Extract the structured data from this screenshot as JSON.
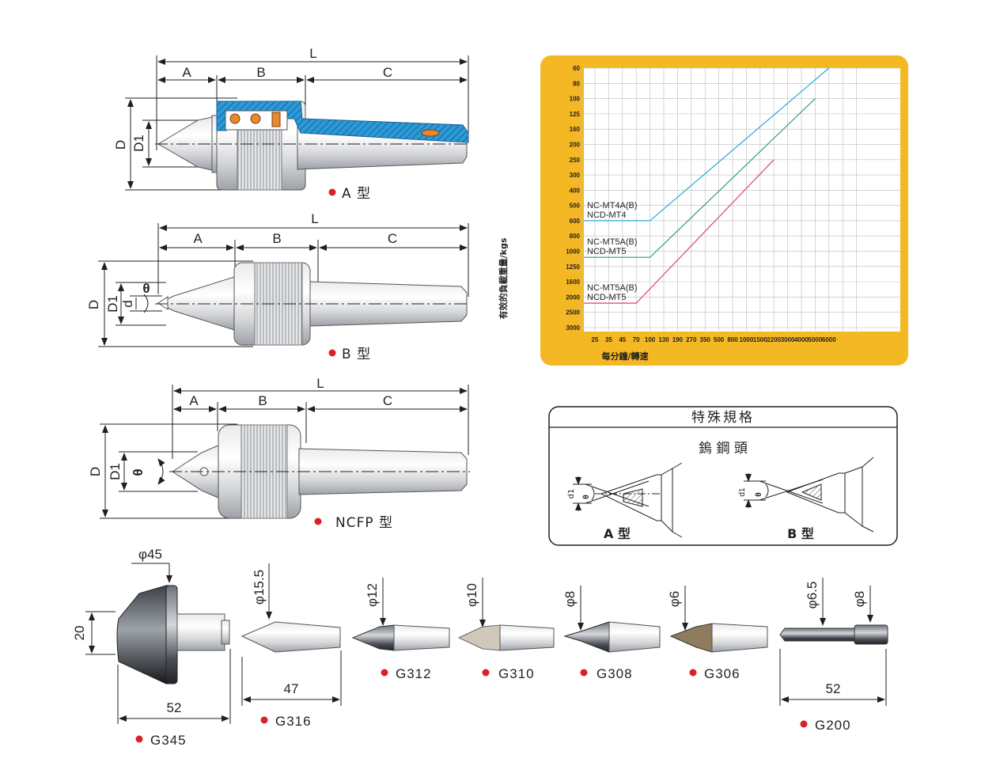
{
  "drawings": {
    "type_a": {
      "L": "L",
      "A": "A",
      "B": "B",
      "C": "C",
      "D": "D",
      "D1": "D1",
      "caption": "A 型"
    },
    "type_b": {
      "L": "L",
      "A": "A",
      "B": "B",
      "C": "C",
      "D": "D",
      "D1": "D1",
      "d": "d",
      "theta": "θ",
      "caption": "B 型"
    },
    "type_ncfp": {
      "L": "L",
      "A": "A",
      "B": "B",
      "C": "C",
      "D": "D",
      "D1": "D1",
      "theta": "θ",
      "caption": "NCFP 型"
    }
  },
  "special": {
    "title": "特殊規格",
    "subtitle": "鎢 鋼 頭",
    "a": {
      "caption": "A 型",
      "d1": "d1",
      "theta": "θ"
    },
    "b": {
      "caption": "B 型",
      "d1": "d1",
      "theta": "θ"
    }
  },
  "colors": {
    "frame": "#f4b824",
    "series1": "#29a9d6",
    "series2": "#2ea36a",
    "series3": "#e0407a",
    "section": "#2c9ad6",
    "bearing": "#e8892b",
    "bullet": "#d7222a"
  },
  "chart_data": {
    "type": "line",
    "xlabel": "每分鐘/轉速",
    "ylabel": "有效的負載重量/kgs",
    "x_ticks": [
      "25",
      "35",
      "45",
      "70",
      "100",
      "130",
      "190",
      "270",
      "350",
      "500",
      "800",
      "1000",
      "1500",
      "2200",
      "3000",
      "4000",
      "5000",
      "6000"
    ],
    "y_ticks": [
      "60",
      "80",
      "100",
      "125",
      "160",
      "200",
      "250",
      "300",
      "400",
      "500",
      "600",
      "800",
      "1000",
      "1250",
      "1600",
      "2000",
      "2500",
      "3000"
    ],
    "y_inverted": true,
    "grid": true,
    "series": [
      {
        "name": "NC-MT4A(B) / NCD-MT4",
        "label1": "NC-MT4A(B)",
        "label2": "NCD-MT4",
        "color": "#29a9d6",
        "points": [
          [
            "25",
            600
          ],
          [
            "100",
            600
          ],
          [
            "6000",
            60
          ]
        ]
      },
      {
        "name": "NC-MT5A(B) / NCD-MT5",
        "label1": "NC-MT5A(B)",
        "label2": "NCD-MT5",
        "color": "#2ea36a",
        "points": [
          [
            "25",
            1100
          ],
          [
            "100",
            1100
          ],
          [
            "5000",
            100
          ]
        ]
      },
      {
        "name": "NC-MT5A(B) / NCD-MT5",
        "label1": "NC-MT5A(B)",
        "label2": "NCD-MT5",
        "color": "#e0407a",
        "points": [
          [
            "25",
            2200
          ],
          [
            "70",
            2200
          ],
          [
            "2200",
            250
          ]
        ]
      }
    ]
  },
  "parts": [
    {
      "code": "G345",
      "dia": "φ45",
      "height": "20",
      "length": "52"
    },
    {
      "code": "G316",
      "dia": "φ15.5",
      "length": "47"
    },
    {
      "code": "G312",
      "dia": "φ12"
    },
    {
      "code": "G310",
      "dia": "φ10"
    },
    {
      "code": "G308",
      "dia": "φ8"
    },
    {
      "code": "G306",
      "dia": "φ6"
    },
    {
      "code": "G200",
      "dia": "φ6.5",
      "dia2": "φ8",
      "length": "52"
    }
  ]
}
